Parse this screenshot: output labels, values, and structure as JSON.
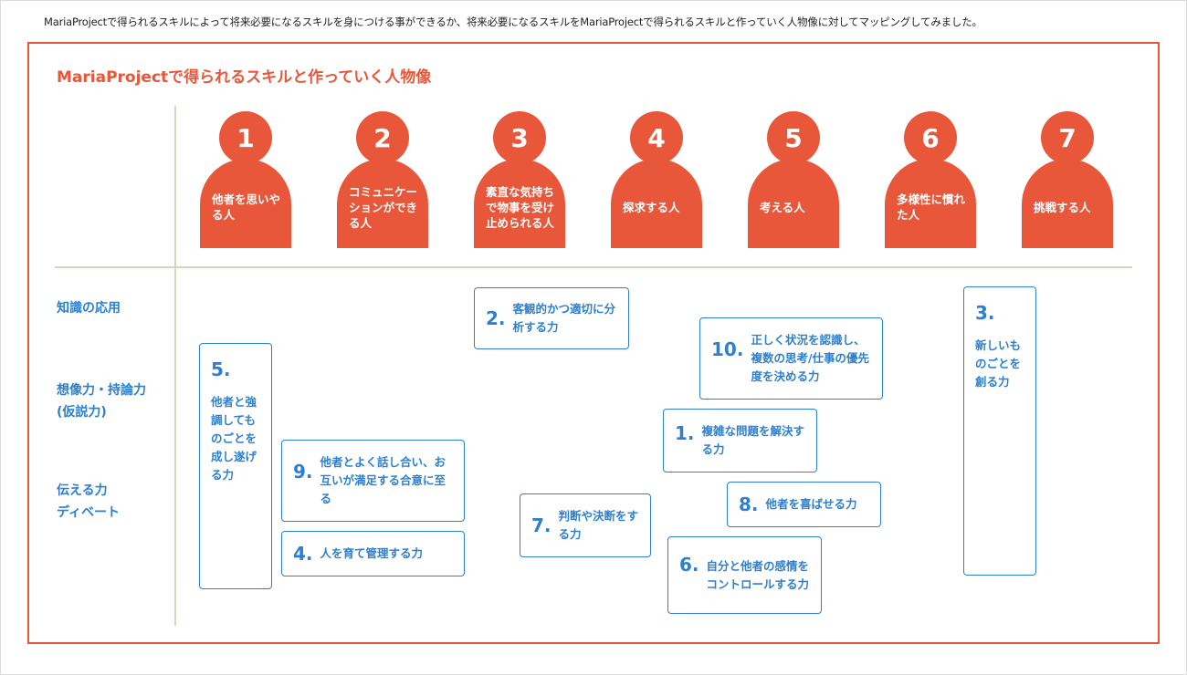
{
  "intro": "MariaProjectで得られるスキルによって将来必要になるスキルを身につける事ができるか、将来必要になるスキルをMariaProjectで得られるスキルと作っていく人物像に対してマッピングしてみました。",
  "title": "MariaProjectで得られるスキルと作っていく人物像",
  "colors": {
    "accent": "#e8573a",
    "skill": "#2c7fd1",
    "divider": "#d8d3c0"
  },
  "personas": [
    {
      "num": "1",
      "label": "他者を思いやる人"
    },
    {
      "num": "2",
      "label": "コミュニケーションができる人"
    },
    {
      "num": "3",
      "label": "素直な気持ちで物事を受け止められる人"
    },
    {
      "num": "4",
      "label": "探求する人"
    },
    {
      "num": "5",
      "label": "考える人"
    },
    {
      "num": "6",
      "label": "多様性に慣れた人"
    },
    {
      "num": "7",
      "label": "挑戦する人"
    }
  ],
  "rows": [
    {
      "label": "知識の応用"
    },
    {
      "label": "想像力・持論力\n(仮説力)"
    },
    {
      "label": "伝える力\nディベート"
    }
  ],
  "skills": {
    "s1": {
      "num": "1.",
      "text": "複雑な問題を解決する力"
    },
    "s2": {
      "num": "2.",
      "text": "客観的かつ適切に分析する力"
    },
    "s3": {
      "num": "3.",
      "text": "新しいものごとを創る力"
    },
    "s4": {
      "num": "4.",
      "text": "人を育て管理する力"
    },
    "s5": {
      "num": "5.",
      "text": "他者と強調してものごとを成し遂げる力"
    },
    "s6": {
      "num": "6.",
      "text": "自分と他者の感情をコントロールする力"
    },
    "s7": {
      "num": "7.",
      "text": "判断や決断をする力"
    },
    "s8": {
      "num": "8.",
      "text": "他者を喜ばせる力"
    },
    "s9": {
      "num": "9.",
      "text": "他者とよく話し合い、お互いが満足する合意に至る"
    },
    "s10": {
      "num": "10.",
      "text": "正しく状況を認識し、複数の思考/仕事の優先度を決める力"
    }
  }
}
